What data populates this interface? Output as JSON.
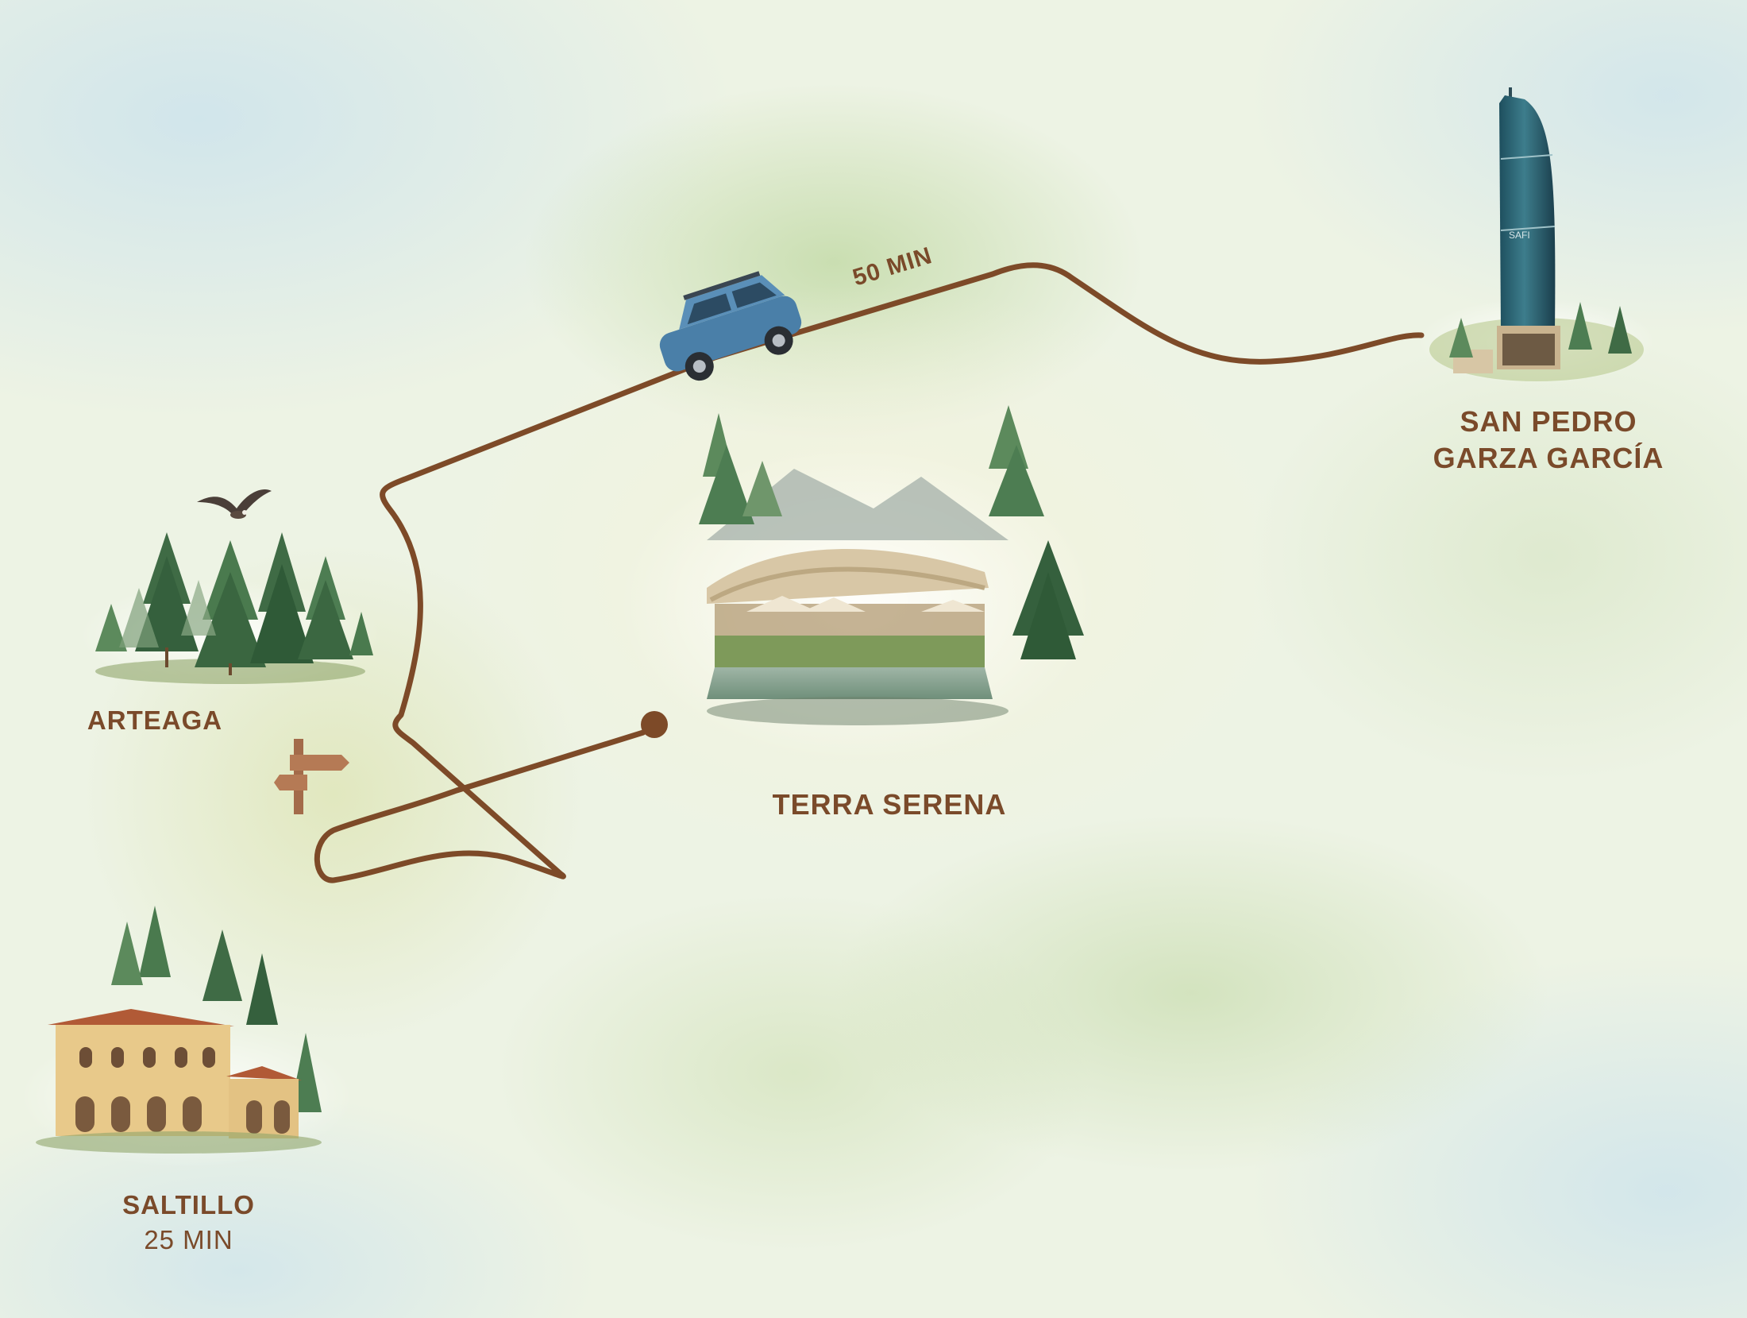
{
  "map": {
    "route_time_label": "50 MIN",
    "places": {
      "san_pedro": {
        "line1": "SAN PEDRO",
        "line2": "GARZA GARCÍA"
      },
      "arteaga": {
        "name": "ARTEAGA"
      },
      "terra_serena": {
        "name": "TERRA SERENA"
      },
      "saltillo": {
        "name": "SALTILLO",
        "time": "25 MIN"
      }
    },
    "tower_sign": "SAFI",
    "colors": {
      "route": "#7d4a28",
      "label": "#7a4a2a",
      "tree": "#3f6b45",
      "car": "#4a7fa8"
    },
    "icons": [
      "car-icon",
      "bird-icon",
      "signpost-icon",
      "tower-icon",
      "forest-icon",
      "venue-icon",
      "hacienda-icon",
      "destination-dot-icon"
    ]
  }
}
